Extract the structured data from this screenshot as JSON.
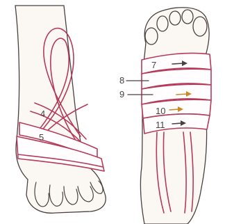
{
  "labels": {
    "left": [
      "4",
      "5"
    ],
    "right": [
      "7",
      "8",
      "9",
      "10",
      "11"
    ]
  },
  "colors": {
    "bandage": "#b53a5a",
    "outline": "#4a4040",
    "accent_arrow": "#c98a2a"
  }
}
